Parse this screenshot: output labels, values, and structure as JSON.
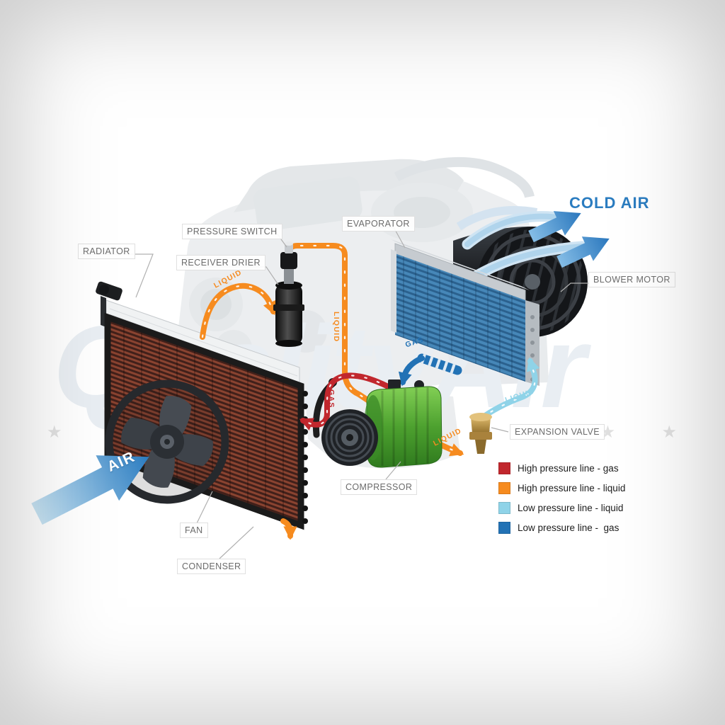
{
  "watermark": "QualityAir",
  "stars": "★ ★ ★ ★ ★ ★ ★ ★ ★ ★ ★",
  "air_flow": {
    "cold_air": "COLD AIR",
    "air": "AIR"
  },
  "components": {
    "radiator": "RADIATOR",
    "pressure_switch": "PRESSURE SWITCH",
    "receiver_drier": "RECEIVER DRIER",
    "evaporator": "EVAPORATOR",
    "blower_motor": "BLOWER MOTOR",
    "expansion_valve": "EXPANSION VALVE",
    "compressor": "COMPRESSOR",
    "fan": "FAN",
    "condenser": "CONDENSER"
  },
  "flow_labels": [
    {
      "text": "LIQUID",
      "color": "#f68b1f"
    },
    {
      "text": "LIQUID",
      "color": "#f68b1f"
    },
    {
      "text": "GAS",
      "color": "#2272b5"
    },
    {
      "text": "GAS",
      "color": "#c1272d"
    },
    {
      "text": "LIQUID",
      "color": "#f68b1f"
    },
    {
      "text": "LIQUID",
      "color": "#8fd3e8"
    }
  ],
  "legend": {
    "items": [
      {
        "label": "High pressure line - gas",
        "color": "#c1272d"
      },
      {
        "label": "High pressure line - liquid",
        "color": "#f68b1f"
      },
      {
        "label": "Low pressure line - liquid",
        "color": "#8fd3e8"
      },
      {
        "label": "Low pressure line -  gas",
        "color": "#2272b5"
      }
    ]
  }
}
